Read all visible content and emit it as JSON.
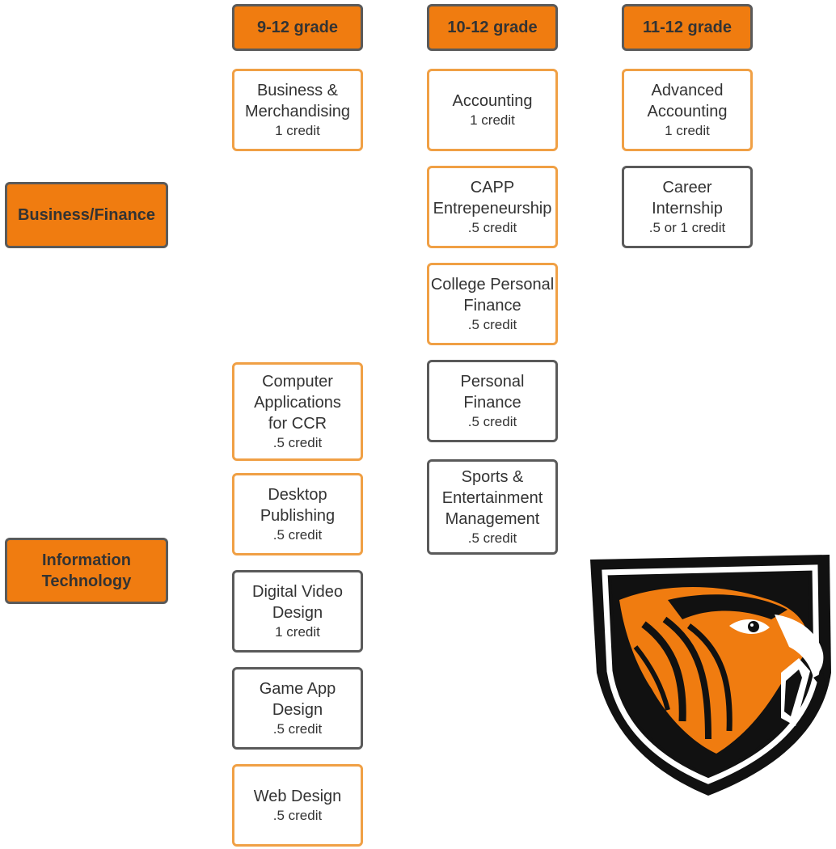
{
  "grades": {
    "g9_12": "9-12 grade",
    "g10_12": "10-12 grade",
    "g11_12": "11-12 grade"
  },
  "categories": {
    "business": "Business/Finance",
    "it_line1": "Information",
    "it_line2": "Technology"
  },
  "courses": {
    "business_merch": {
      "line1": "Business &",
      "line2": "Merchandising",
      "credit": "1 credit"
    },
    "accounting": {
      "line1": "Accounting",
      "credit": "1 credit"
    },
    "adv_accounting": {
      "line1": "Advanced",
      "line2": "Accounting",
      "credit": "1 credit"
    },
    "capp": {
      "line1": "CAPP",
      "line2": "Entrepeneurship",
      "credit": ".5 credit"
    },
    "internship": {
      "line1": "Career",
      "line2": "Internship",
      "credit": ".5 or 1 credit"
    },
    "college_finance": {
      "line1": "College Personal",
      "line2": "Finance",
      "credit": ".5 credit"
    },
    "personal_finance": {
      "line1": "Personal",
      "line2": "Finance",
      "credit": ".5 credit"
    },
    "computer_apps": {
      "line1": "Computer",
      "line2": "Applications",
      "line3": "for CCR",
      "credit": ".5 credit"
    },
    "sports_mgmt": {
      "line1": "Sports &",
      "line2": "Entertainment",
      "line3": "Management",
      "credit": ".5 credit"
    },
    "desktop_pub": {
      "line1": "Desktop",
      "line2": "Publishing",
      "credit": ".5 credit"
    },
    "digital_video": {
      "line1": "Digital Video",
      "line2": "Design",
      "credit": "1 credit"
    },
    "game_app": {
      "line1": "Game App",
      "line2": "Design",
      "credit": ".5 credit"
    },
    "web_design": {
      "line1": "Web Design",
      "credit": ".5 credit"
    }
  },
  "colors": {
    "header_fill": "#f07c10",
    "orange_border": "#f0a045",
    "gray_border": "#5a5a5a",
    "logo_black": "#111111",
    "logo_orange": "#f07c10"
  },
  "logo": {
    "icon": "hawk-shield-icon"
  }
}
